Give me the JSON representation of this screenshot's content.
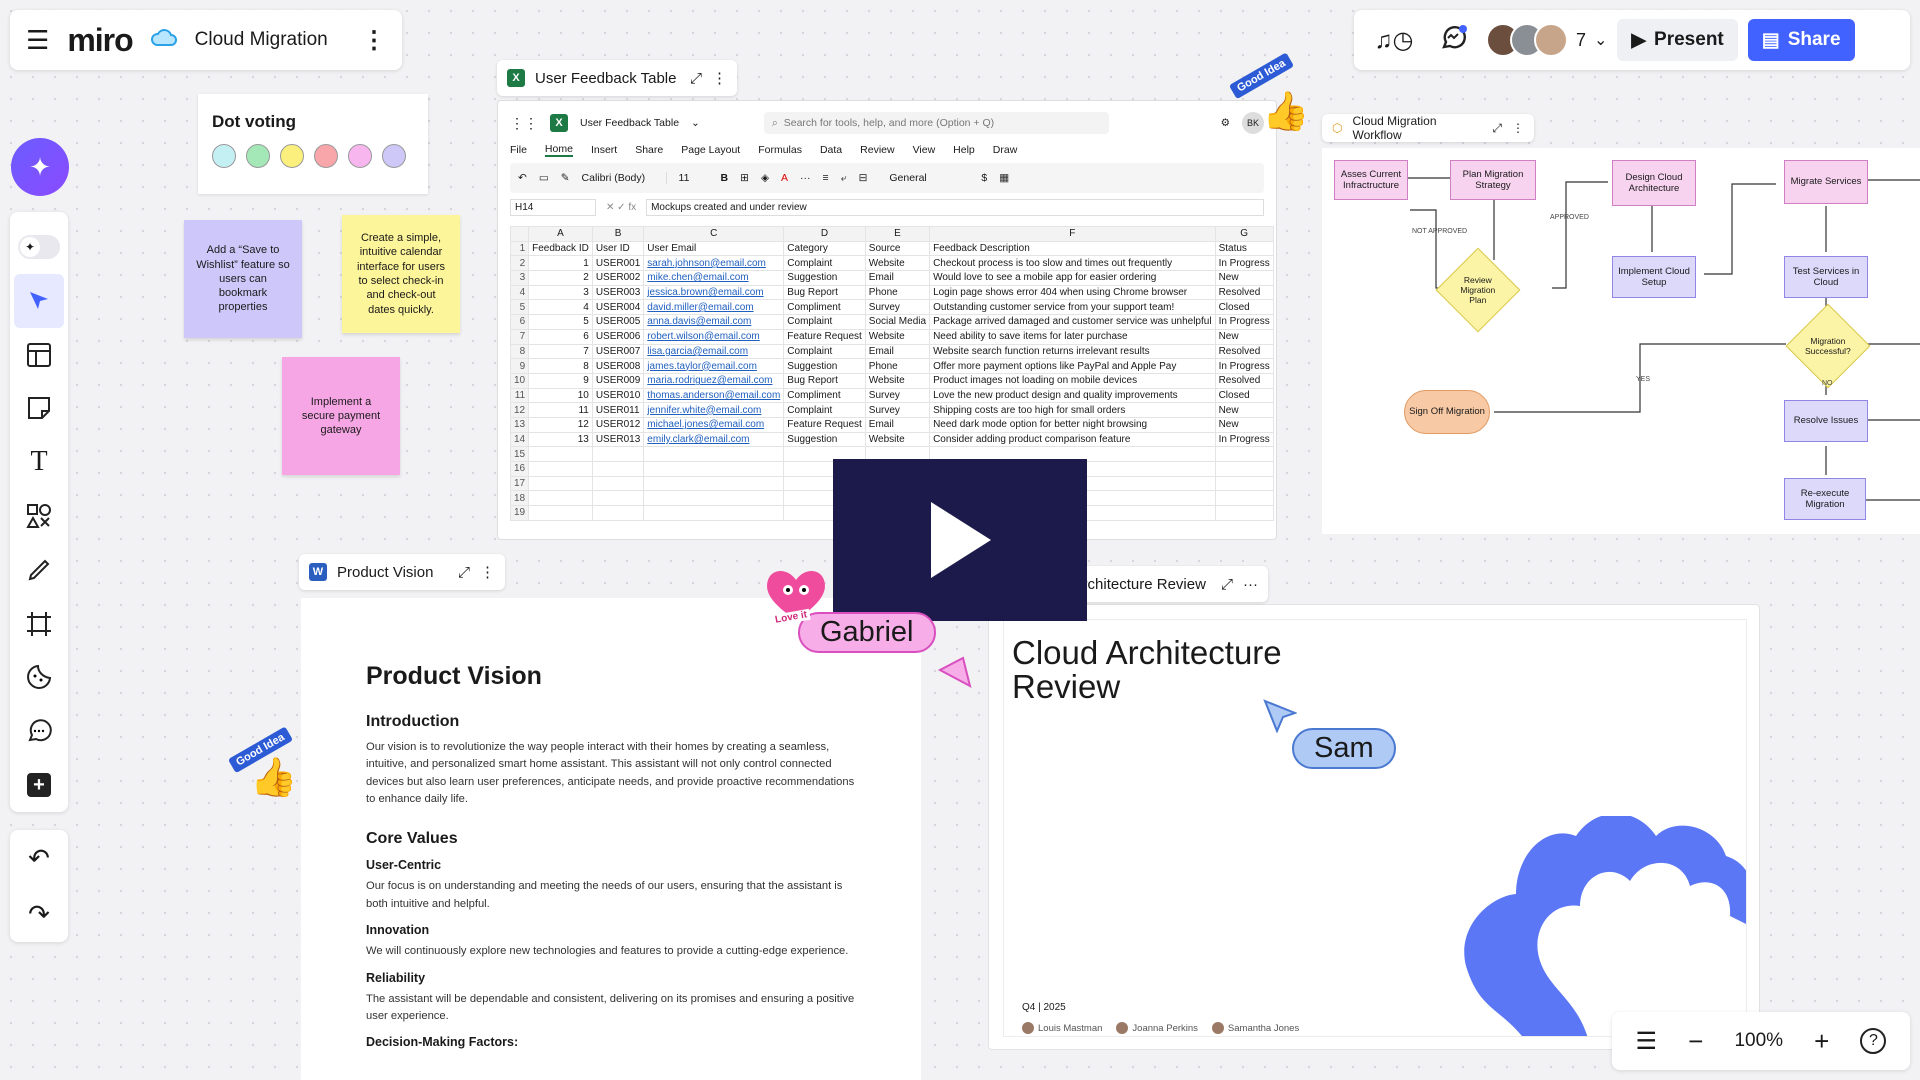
{
  "app": {
    "logo": "miro",
    "board_title": "Cloud Migration"
  },
  "collab": {
    "count": "7",
    "present": "Present",
    "share": "Share"
  },
  "dot_voting": {
    "title": "Dot voting",
    "colors": [
      "#c4f0f4",
      "#a5e8b8",
      "#fbef7e",
      "#f9a6aa",
      "#f7b7ee",
      "#cdc8f8"
    ]
  },
  "stickies": [
    {
      "text": "Add a “Save to Wishlist” feature so users can bookmark properties",
      "color": "#cec8fa"
    },
    {
      "text": "Create a simple, intuitive calendar interface for users to select check-in and check-out dates quickly.",
      "color": "#fdf59a"
    },
    {
      "text": "Implement a secure payment gateway",
      "color": "#f7a6e5"
    }
  ],
  "sheet": {
    "widget_title": "User Feedback Table",
    "file_name": "User Feedback Table",
    "search_placeholder": "Search for tools, help, and more (Option + Q)",
    "avatar": "BK",
    "menu": [
      "File",
      "Home",
      "Insert",
      "Share",
      "Page Layout",
      "Formulas",
      "Data",
      "Review",
      "View",
      "Help",
      "Draw"
    ],
    "font": "Calibri (Body)",
    "size": "11",
    "format": "General",
    "cell_ref": "H14",
    "formula": "Mockups created and under review",
    "col_letters": [
      "",
      "A",
      "B",
      "C",
      "D",
      "E",
      "F",
      "G"
    ],
    "headers": [
      "Feedback ID",
      "User ID",
      "User Email",
      "Category",
      "Source",
      "Feedback Description",
      "Status"
    ],
    "rows": [
      [
        "1",
        "USER001",
        "sarah.johnson@email.com",
        "Complaint",
        "Website",
        "Checkout process is too slow and times out frequently",
        "In Progress"
      ],
      [
        "2",
        "USER002",
        "mike.chen@email.com",
        "Suggestion",
        "Email",
        "Would love to see a mobile app for easier ordering",
        "New"
      ],
      [
        "3",
        "USER003",
        "jessica.brown@email.com",
        "Bug Report",
        "Phone",
        "Login page shows error 404 when using Chrome browser",
        "Resolved"
      ],
      [
        "4",
        "USER004",
        "david.miller@email.com",
        "Compliment",
        "Survey",
        "Outstanding customer service from your support team!",
        "Closed"
      ],
      [
        "5",
        "USER005",
        "anna.davis@email.com",
        "Complaint",
        "Social Media",
        "Package arrived damaged and customer service was unhelpful",
        "In Progress"
      ],
      [
        "6",
        "USER006",
        "robert.wilson@email.com",
        "Feature Request",
        "Website",
        "Need ability to save items for later purchase",
        "New"
      ],
      [
        "7",
        "USER007",
        "lisa.garcia@email.com",
        "Complaint",
        "Email",
        "Website search function returns irrelevant results",
        "Resolved"
      ],
      [
        "8",
        "USER008",
        "james.taylor@email.com",
        "Suggestion",
        "Phone",
        "Offer more payment options like PayPal and Apple Pay",
        "In Progress"
      ],
      [
        "9",
        "USER009",
        "maria.rodriguez@email.com",
        "Bug Report",
        "Website",
        "Product images not loading on mobile devices",
        "Resolved"
      ],
      [
        "10",
        "USER010",
        "thomas.anderson@email.com",
        "Compliment",
        "Survey",
        "Love the new product design and quality improvements",
        "Closed"
      ],
      [
        "11",
        "USER011",
        "jennifer.white@email.com",
        "Complaint",
        "Survey",
        "Shipping costs are too high for small orders",
        "New"
      ],
      [
        "12",
        "USER012",
        "michael.jones@email.com",
        "Feature Request",
        "Email",
        "Need dark mode option for better night browsing",
        "New"
      ],
      [
        "13",
        "USER013",
        "emily.clark@email.com",
        "Suggestion",
        "Website",
        "Consider adding product comparison feature",
        "In Progress"
      ]
    ],
    "empty_rows": [
      "15",
      "16",
      "17",
      "18",
      "19"
    ]
  },
  "workflow": {
    "title": "Cloud Migration Workflow",
    "nodes": {
      "assess": "Asses Current Infractructure",
      "plan": "Plan Migration Strategy",
      "review": "Review Migration Plan",
      "design": "Design Cloud Architecture",
      "implement": "Implement Cloud Setup",
      "migrate": "Migrate Services",
      "test": "Test Services in Cloud",
      "success": "Migration Successful?",
      "signoff": "Sign Off Migration",
      "resolve": "Resolve Issues",
      "reexec": "Re-execute Migration"
    },
    "labels": {
      "not_approved": "NOT APPROVED",
      "approved": "APPROVED",
      "yes": "YES",
      "no": "NO"
    }
  },
  "vision": {
    "widget_title": "Product Vision",
    "h1": "Product Vision",
    "intro_h": "Introduction",
    "intro": "Our vision is to revolutionize the way people interact with their homes by creating a seamless, intuitive, and personalized smart home assistant. This assistant will not only control connected devices but also learn user preferences, anticipate needs, and provide proactive recommendations to enhance daily life.",
    "core_h": "Core Values",
    "v1_h": "User-Centric",
    "v1": "Our focus is on understanding and meeting the needs of our users, ensuring that the assistant is both intuitive and helpful.",
    "v2_h": "Innovation",
    "v2": "We will continuously explore new technologies and features to provide a cutting-edge experience.",
    "v3_h": "Reliability",
    "v3": "The assistant will be dependable and consistent, delivering on its promises and ensuring a positive user experience.",
    "v4_h": "Decision-Making Factors:"
  },
  "review": {
    "widget_title": "Cloud Architecture Review",
    "title": "Cloud Architecture Review",
    "date": "Q4 | 2025",
    "people": [
      "Louis Mastman",
      "Joanna Perkins",
      "Samantha Jones"
    ]
  },
  "cursors": {
    "gabriel": "Gabriel",
    "sam": "Sam"
  },
  "stickers": {
    "good_idea": "Good Idea",
    "love": "Love it"
  },
  "zoom": {
    "level": "100%"
  }
}
